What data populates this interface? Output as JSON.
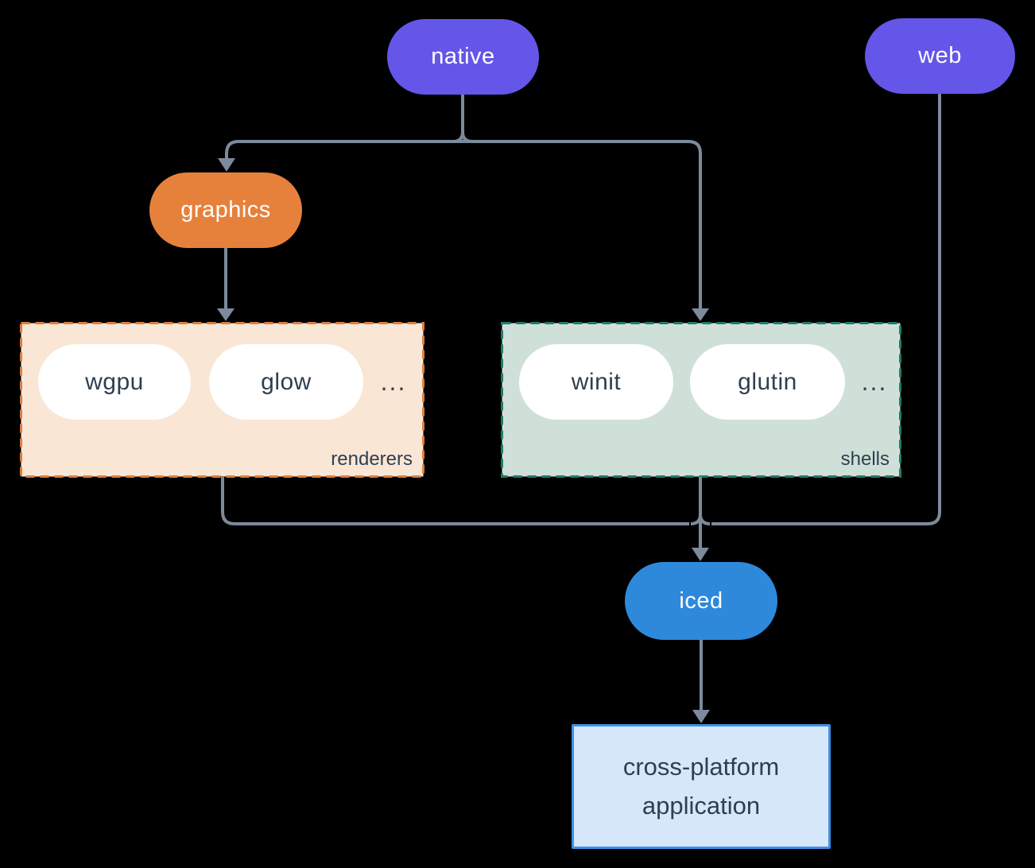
{
  "diagram": {
    "nodes": {
      "native": "native",
      "web": "web",
      "graphics": "graphics",
      "iced": "iced",
      "app_line1": "cross-platform",
      "app_line2": "application"
    },
    "groups": {
      "renderers": {
        "label": "renderers",
        "items": [
          "wgpu",
          "glow"
        ],
        "more": "..."
      },
      "shells": {
        "label": "shells",
        "items": [
          "winit",
          "glutin"
        ],
        "more": "..."
      }
    },
    "colors": {
      "background": "#000000",
      "native_web_fill": "#6456e8",
      "graphics_fill": "#e6813c",
      "iced_fill": "#2e89db",
      "renderers_bg": "#fae6d5",
      "renderers_border": "#df7f3a",
      "shells_bg": "#cfe0d9",
      "shells_border": "#1c7d6c",
      "app_bg": "#d5e7f8",
      "app_border": "#3e90e5",
      "edge": "#7c8a9c",
      "dark_text": "#2f3f50",
      "light_text": "#ffffff"
    }
  }
}
